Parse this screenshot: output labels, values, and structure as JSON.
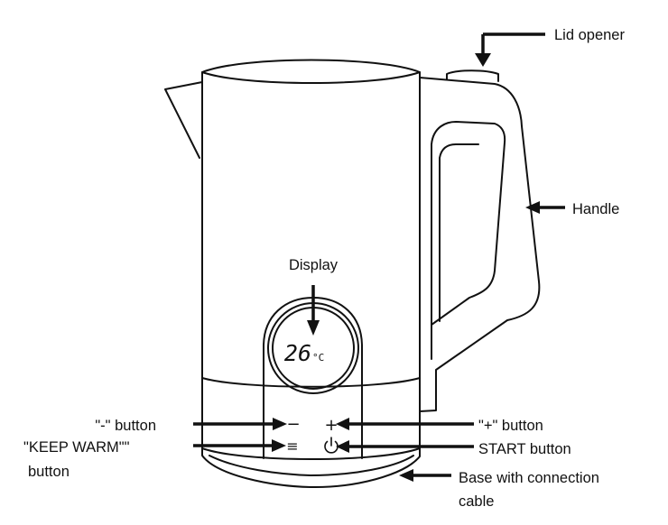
{
  "labels": {
    "lid_opener": "Lid opener",
    "handle": "Handle",
    "display": "Display",
    "minus_button": "\"-\" button",
    "plus_button": "\"+\" button",
    "keep_warm_button_line1": "\"KEEP WARM\"\"",
    "keep_warm_button_line2": "button",
    "start_button": "START button",
    "base_line1": "Base with connection",
    "base_line2": "cable"
  },
  "display_readout": {
    "temperature": "26",
    "unit": "°C"
  },
  "control_glyphs": {
    "minus": "−",
    "plus": "+",
    "keep_warm": "≡",
    "start": "power-icon"
  }
}
